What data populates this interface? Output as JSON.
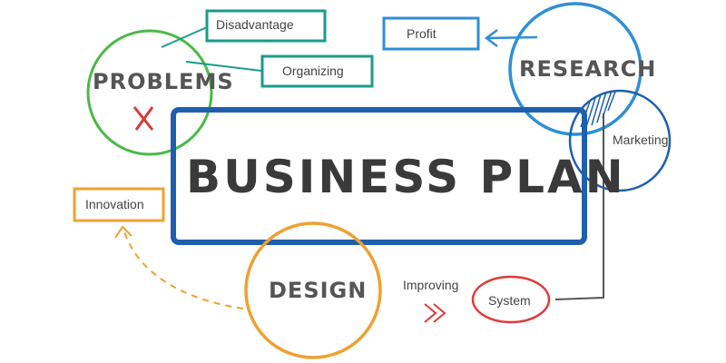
{
  "title": "BUSINESS PLAN",
  "nodes": {
    "problems": "PROBLEMS",
    "research": "RESEARCH",
    "design": "DESIGN",
    "disadvantage": "Disadvantage",
    "organizing": "Organizing",
    "profit": "Profit",
    "marketing": "Marketing",
    "innovation": "Innovation",
    "improving": "Improving",
    "system": "System"
  },
  "colors": {
    "green": "#4cb848",
    "teal": "#1a9c8c",
    "blue": "#2d8fd6",
    "darkblue": "#1e5fae",
    "orange": "#f0a030",
    "red": "#e03838",
    "gray": "#555555"
  }
}
